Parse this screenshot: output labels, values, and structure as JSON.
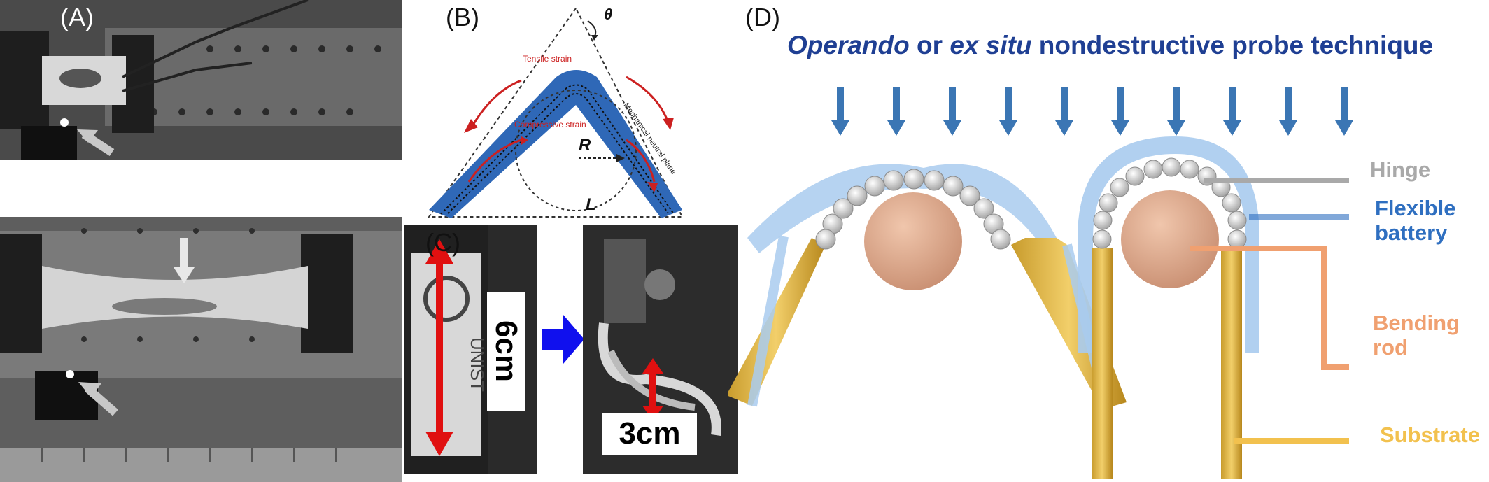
{
  "panels": {
    "a": {
      "label": "(A)"
    },
    "b": {
      "label": "(B)",
      "theta": "θ",
      "tensile": "Tensile strain",
      "compressive": "Compressive strain",
      "radius": "R",
      "length": "L",
      "neutral": "Mechanical neutral plane"
    },
    "c": {
      "label": "(C)",
      "left_dim": "6cm",
      "right_dim": "3cm",
      "logo_text": "UNIST"
    },
    "d": {
      "label": "(D)",
      "headline": {
        "part1": "Operando",
        "part2": " or ",
        "part3": "ex situ",
        "part4": " nondestructive probe technique"
      },
      "legend": {
        "hinge": "Hinge",
        "flexible_battery": [
          "Flexible",
          "battery"
        ],
        "bending_rod": [
          "Bending",
          "rod"
        ],
        "substrate": "Substrate"
      }
    }
  },
  "colors": {
    "headline": "#1f3f93",
    "hinge": "#a9a9a9",
    "flexible_battery": "#2f6fc0",
    "bending_rod": "#f0a070",
    "substrate": "#f2c14e",
    "arrow_blue": "#3b76b4",
    "strip_blue": "#2f68b7",
    "strain_red": "#cc2020"
  }
}
